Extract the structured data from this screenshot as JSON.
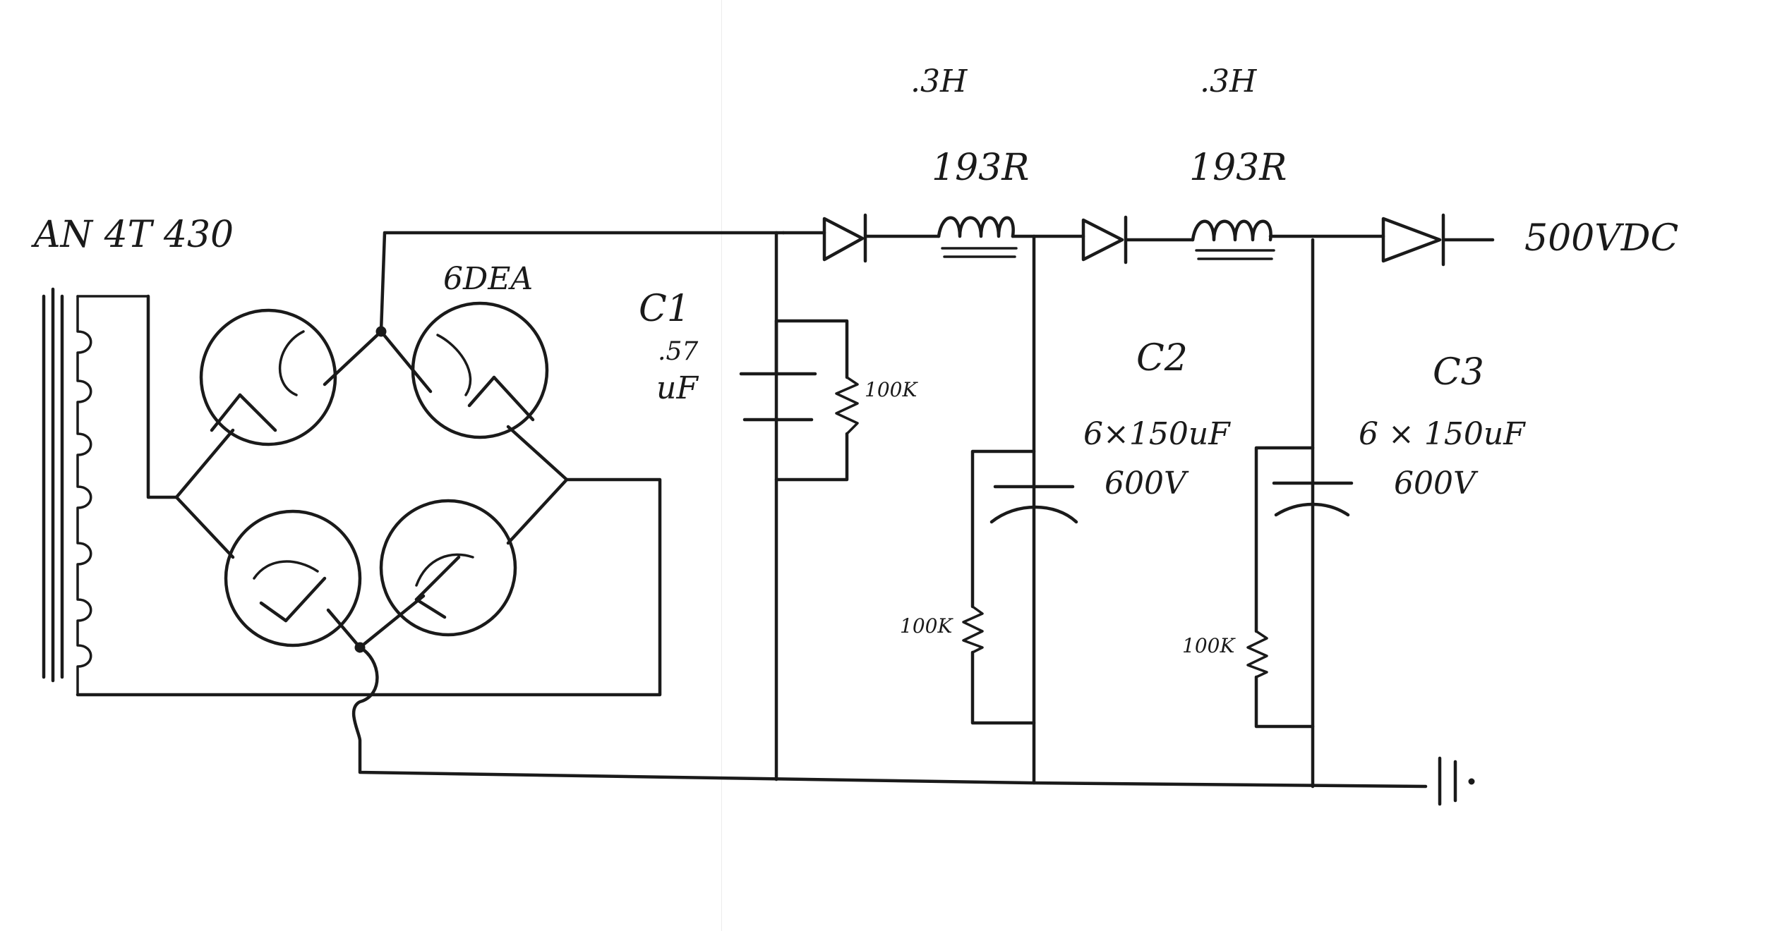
{
  "transformer": {
    "label": "AN 4T 430"
  },
  "rectifier": {
    "tube_label": "6DEA"
  },
  "capacitors": {
    "c1": {
      "name": "C1",
      "value": ".57",
      "unit": "uF"
    },
    "c2": {
      "name": "C2",
      "value": "6×150uF",
      "voltage": "600V"
    },
    "c3": {
      "name": "C3",
      "value": "6 × 150uF",
      "voltage": "600V"
    }
  },
  "resistors": {
    "bleeder_c1": "100K",
    "bleeder_c2": "100K",
    "bleeder_c3": "100K"
  },
  "chokes": {
    "l1": {
      "inductance": ".3H",
      "resistance": "193R"
    },
    "l2": {
      "inductance": ".3H",
      "resistance": "193R"
    }
  },
  "output": {
    "label": "500VDC"
  },
  "colors": {
    "ink": "#1a1a1a",
    "paper": "#ffffff"
  },
  "icons": [
    "transformer-icon",
    "rectifier-tube-icon",
    "diode-icon",
    "inductor-icon",
    "capacitor-icon",
    "resistor-icon",
    "ground-icon"
  ]
}
